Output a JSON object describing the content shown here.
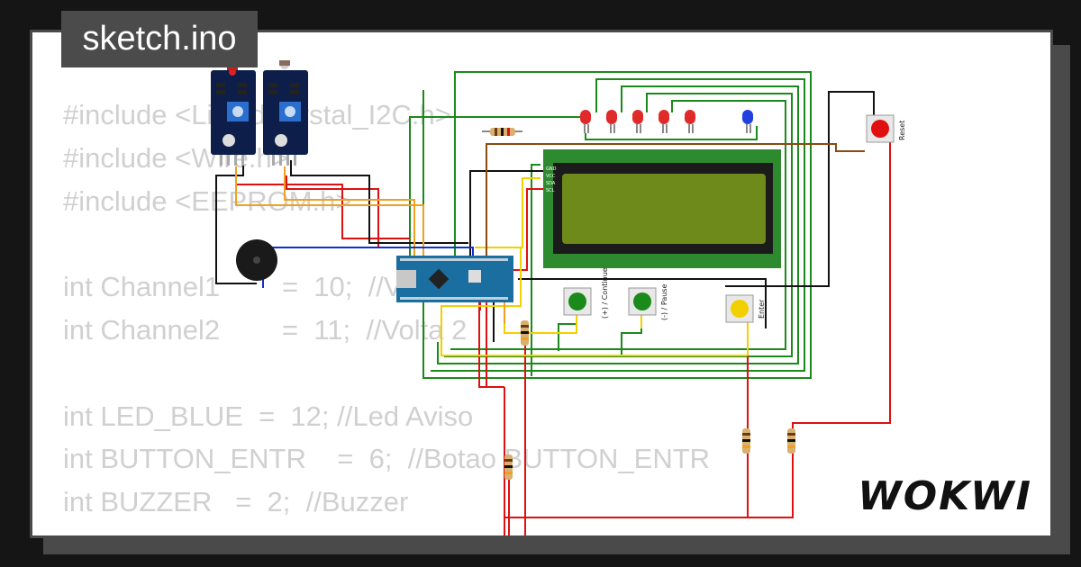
{
  "window": {
    "title": "sketch.ino"
  },
  "brand": {
    "logo_text": "WOKWI"
  },
  "code": {
    "lines": [
      "#include <LiquidCrystal_I2C.h>",
      "#include <Wire.h>",
      "#include <EEPROM.h>",
      "",
      "int Channel1        =  10;  //Volta 1",
      "int Channel2        =  11;  //Volta 2",
      "",
      "int LED_BLUE  =  12; //Led Aviso",
      "int BUTTON_ENTR    =  6;  //Botao BUTTON_ENTR",
      "int BUZZER   =  2;  //Buzzer"
    ]
  },
  "circuit": {
    "buttons": {
      "continue_label": "(+) / Continue",
      "pause_label": "(-) / Pause",
      "enter_label": "Enter",
      "reset_label": "Reset"
    },
    "lcd_pins": [
      "GND",
      "VCC",
      "SDA",
      "SCL"
    ],
    "colors": {
      "wire_green": "#1a8a1a",
      "wire_red": "#e01010",
      "wire_black": "#111111",
      "wire_yellow": "#f2d000",
      "wire_orange": "#f0a020",
      "wire_blue": "#1030d0",
      "wire_brown": "#8a4a10",
      "lcd_frame": "#2e8a2e",
      "lcd_screen": "#6d8a1a",
      "arduino_board": "#1a6fa0",
      "sensor_board": "#0e1e4a"
    }
  }
}
